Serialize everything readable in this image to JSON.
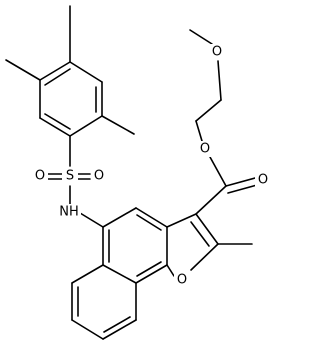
{
  "structure": {
    "atoms": {
      "methoxy_O": "O",
      "ester_O": "O",
      "carbonyl_O": "O",
      "sulfonyl_S": "S",
      "sulfonyl_O_left": "O",
      "sulfonyl_O_right": "O",
      "amine_NH": "NH",
      "furan_O": "O"
    }
  },
  "colors": {
    "bond": "#000000",
    "background": "#ffffff"
  }
}
